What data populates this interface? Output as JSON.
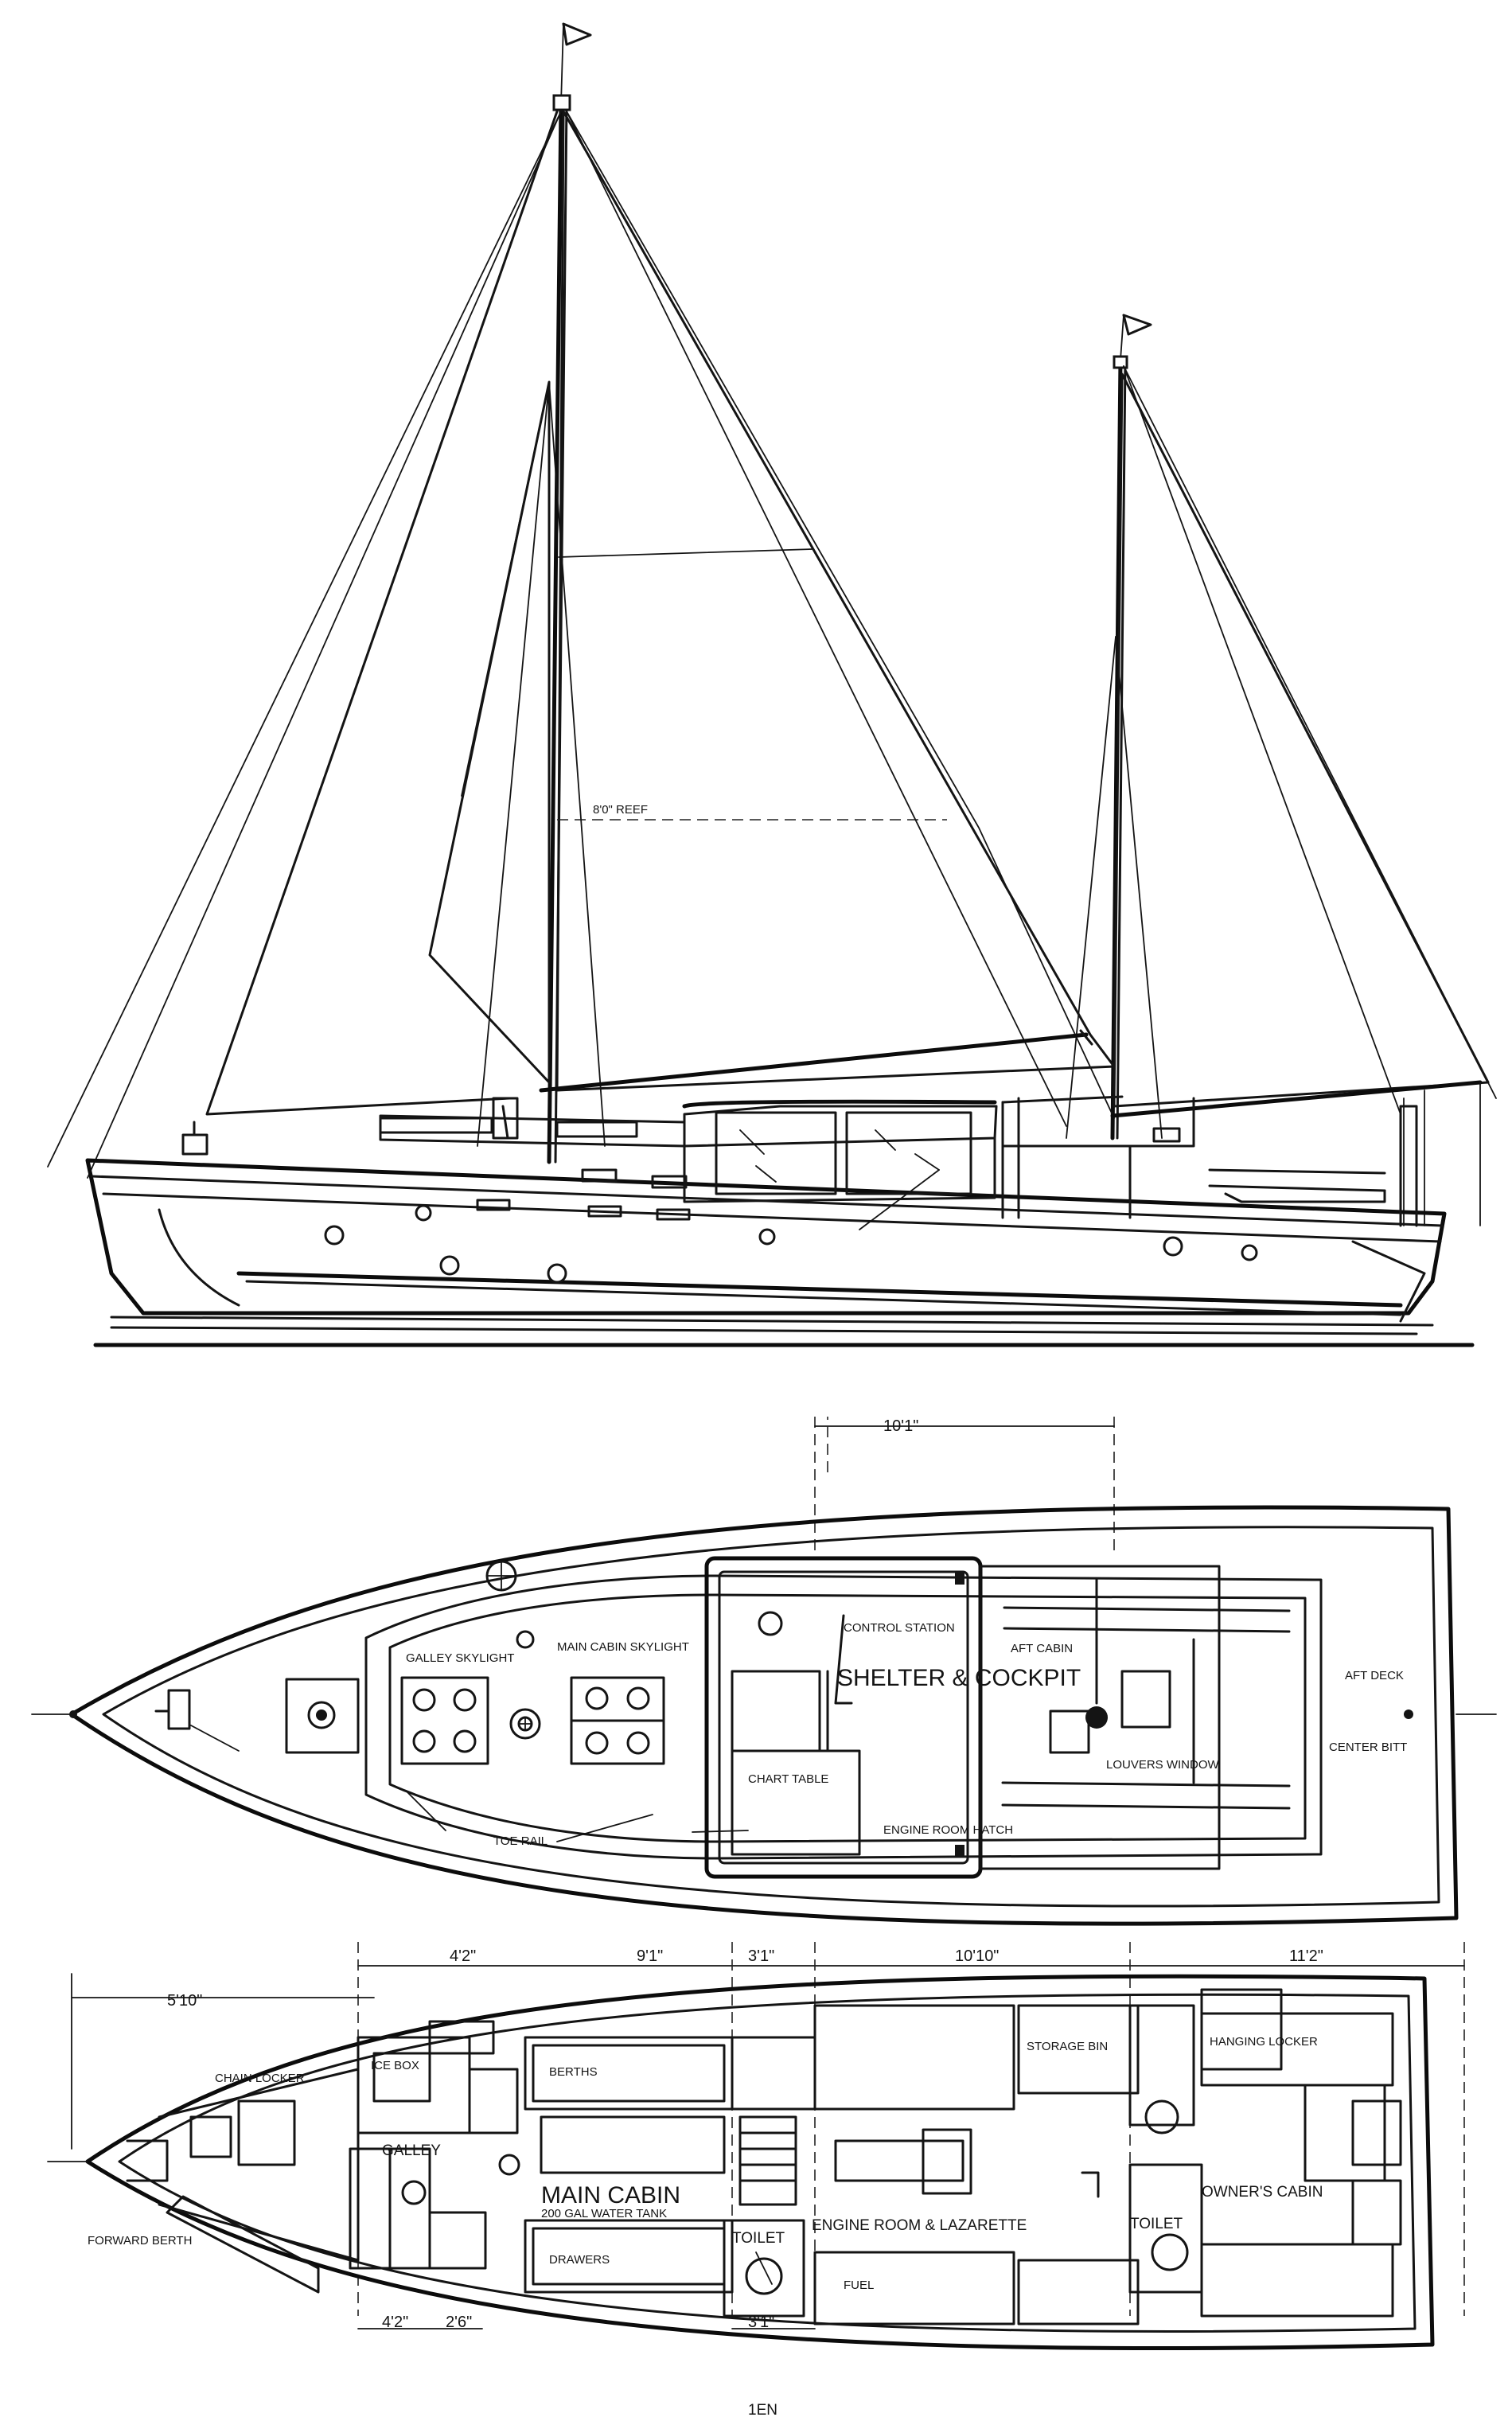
{
  "profile": {
    "reef_dimension": "8'0\" reef"
  },
  "deck_plan": {
    "dim_shelter_width": "10'1\"",
    "shelter_cockpit": "Shelter & Cockpit",
    "control_station": "Control station",
    "galley_skylight": "Galley skylight",
    "main_cabin_skylight": "Main cabin skylight",
    "center_bitt": "Center bitt",
    "aft_deck": "Aft deck",
    "toe_rail": "Toe rail",
    "chart_table": "Chart table",
    "aft_cabin": "Aft cabin",
    "louvers_window": "Louvers window",
    "engine_room_hatch": "Engine room hatch"
  },
  "accommodation_plan": {
    "dim_forward": "5'10\"",
    "dim_a": "4'2\"",
    "dim_b": "9'1\"",
    "dim_c": "3'1\"",
    "dim_d": "10'10\"",
    "dim_e": "11'2\"",
    "dim_f": "4'2\"",
    "dim_g": "2'6\"",
    "dim_h": "3'1\"",
    "galley": "Galley",
    "main_cabin": "Main cabin",
    "water_tank": "200 gal water tank",
    "engine_room": "Engine room & lazarette",
    "toilet_fwd": "Toilet",
    "toilet_aft": "Toilet",
    "owners_cabin": "Owner's cabin",
    "storage_bin": "Storage bin",
    "forward_berth": "Forward berth",
    "fuel": "Fuel",
    "hanging_locker": "Hanging locker",
    "icebox": "Ice box",
    "chain_locker": "Chain locker",
    "berths": "Berths",
    "drawers": "Drawers",
    "scale_mark": "1EN"
  }
}
